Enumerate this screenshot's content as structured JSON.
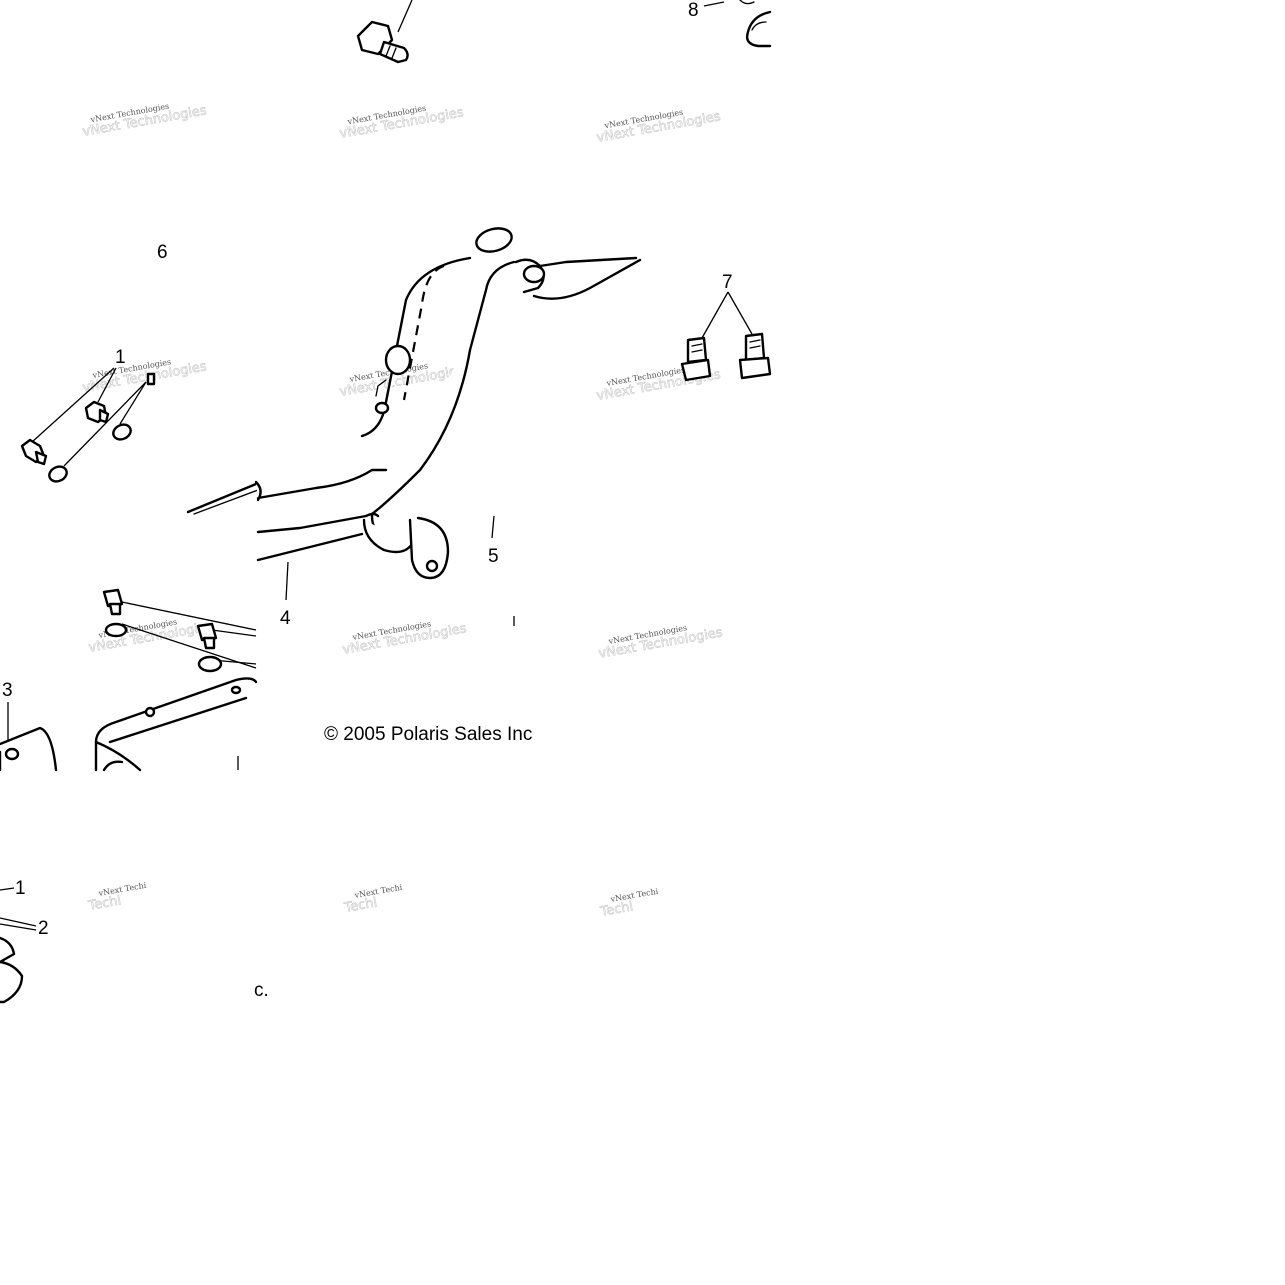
{
  "callouts": [
    {
      "key": "c1a",
      "text": "1"
    },
    {
      "key": "c1b",
      "text": "1"
    },
    {
      "key": "c2",
      "text": "2"
    },
    {
      "key": "c3",
      "text": "3"
    },
    {
      "key": "c4",
      "text": "4"
    },
    {
      "key": "c5",
      "text": "5"
    },
    {
      "key": "c6",
      "text": "6"
    },
    {
      "key": "c7",
      "text": "7"
    },
    {
      "key": "c8",
      "text": "8"
    }
  ],
  "copyright": "© 2005 Polaris Sales Inc",
  "copyright_fragment": "c.",
  "watermark": {
    "full": "vNext Technologies",
    "partial": "vNext Techi",
    "ghost_full": "vNext Technologies",
    "ghost_partial": "Techi"
  }
}
